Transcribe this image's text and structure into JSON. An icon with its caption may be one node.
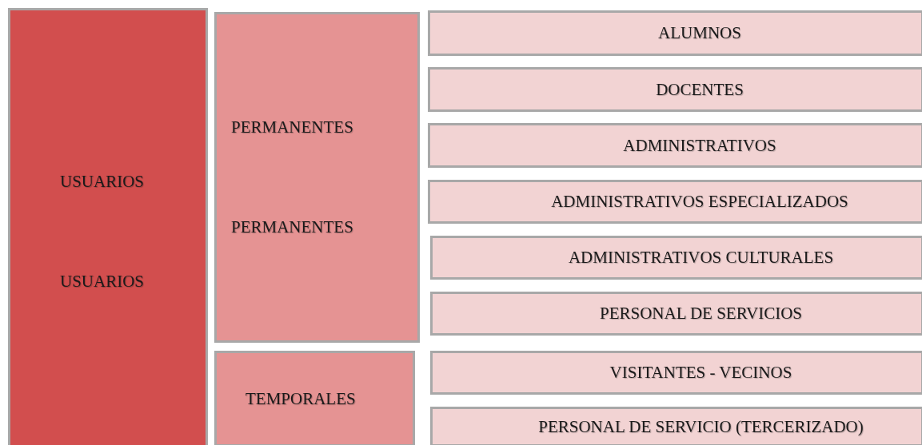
{
  "diagram": {
    "nodes": [
      {
        "text": [
          "USUARIOS",
          "USUARIOS"
        ]
      },
      {
        "text": [
          "PERMANENTES",
          "PERMANENTES"
        ]
      },
      {
        "text": [
          "ALUMNOS"
        ]
      },
      {
        "text": [
          "DOCENTES"
        ]
      },
      {
        "text": [
          "ADMINISTRATIVOS"
        ]
      },
      {
        "text": [
          "ADMINISTRATIVOS ESPECIALIZADOS"
        ]
      },
      {
        "text": [
          "ADMINISTRATIVOS CULTURALES"
        ]
      },
      {
        "text": [
          "PERSONAL DE SERVICIOS"
        ]
      },
      {
        "text": [
          "TEMPORALES"
        ]
      },
      {
        "text": [
          "VISITANTES - VECINOS"
        ]
      },
      {
        "text": [
          "PERSONAL DE SERVICIO (TERCERIZADO)"
        ]
      }
    ]
  }
}
